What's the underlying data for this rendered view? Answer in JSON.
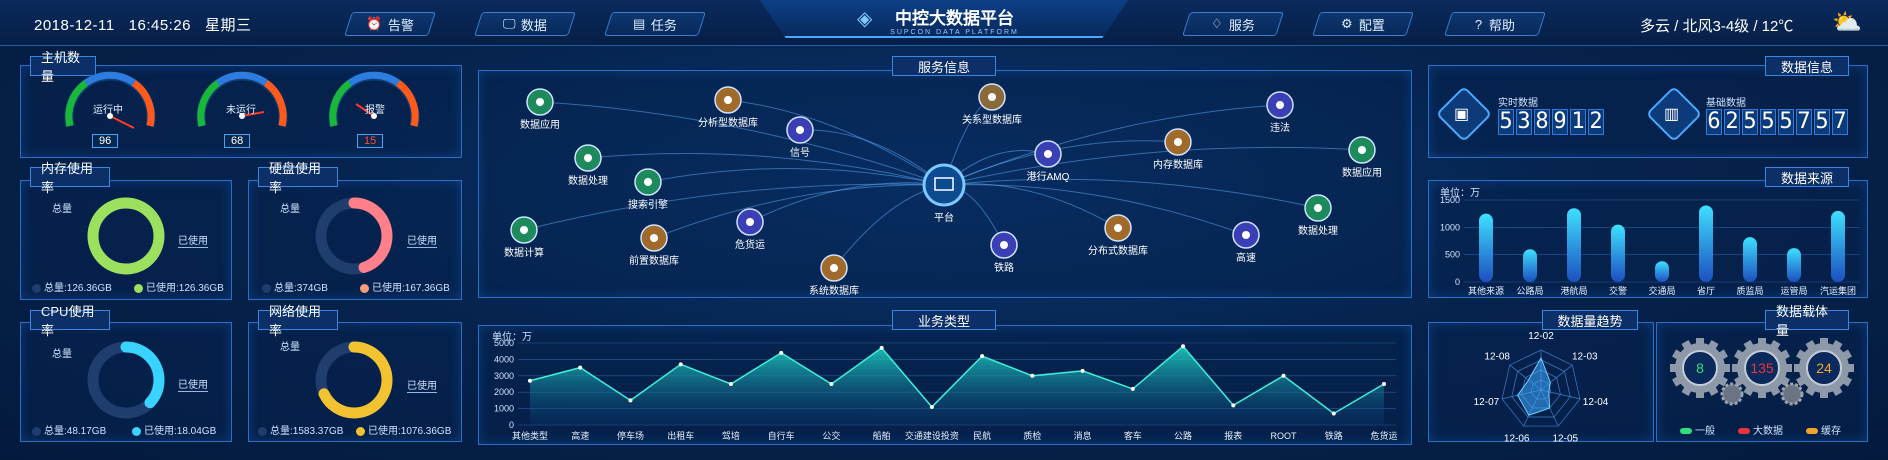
{
  "header": {
    "date": "2018-12-11",
    "time": "16:45:26",
    "weekday": "星期三",
    "title": "中控大数据平台",
    "subtitle": "SUPCON DATA PLATFORM",
    "weather": "多云 / 北风3-4级 / 12℃",
    "left_buttons": [
      {
        "label": "告警",
        "icon": "alarm-icon"
      },
      {
        "label": "数据",
        "icon": "monitor-icon"
      },
      {
        "label": "任务",
        "icon": "clipboard-icon"
      }
    ],
    "right_buttons": [
      {
        "label": "服务",
        "icon": "handshake-icon"
      },
      {
        "label": "配置",
        "icon": "gear-icon"
      },
      {
        "label": "帮助",
        "icon": "help-icon"
      }
    ]
  },
  "hosts": {
    "title": "主机数量",
    "gauges": [
      {
        "label": "运行中",
        "value": "96"
      },
      {
        "label": "未运行",
        "value": "68"
      },
      {
        "label": "报警",
        "value": "15"
      }
    ]
  },
  "memory": {
    "title": "内存使用率",
    "total_label": "总量",
    "used_label": "已使用",
    "total": "总量:126.36GB",
    "used": "已使用:126.36GB",
    "percent": 1.0,
    "color": "#9be15d"
  },
  "disk": {
    "title": "硬盘使用率",
    "total_label": "总量",
    "used_label": "已使用",
    "total": "总量:374GB",
    "used": "已使用:167.36GB",
    "percent": 0.45,
    "color": "#ff7f8a"
  },
  "cpu": {
    "title": "CPU使用率",
    "total_label": "总量",
    "used_label": "已使用",
    "total": "总量:48.17GB",
    "used": "已使用:18.04GB",
    "percent": 0.37,
    "color": "#38d4ff"
  },
  "network": {
    "title": "网络使用率",
    "total_label": "总量",
    "used_label": "已使用",
    "total": "总量:1583.37GB",
    "used": "已使用:1076.36GB",
    "percent": 0.68,
    "color": "#f2c230"
  },
  "service": {
    "title": "服务信息",
    "center": "平台",
    "nodes": [
      "数据应用",
      "分析型数据库",
      "信号",
      "关系型数据库",
      "违法",
      "数据处理",
      "搜索引擎",
      "港行AMQ",
      "内存数据库",
      "数据应用",
      "数据计算",
      "前置数据库",
      "危货运",
      "数据处理",
      "系统数据库",
      "铁路",
      "分布式数据库",
      "高速"
    ]
  },
  "business": {
    "title": "业务类型",
    "unit": "单位：万"
  },
  "data_info": {
    "title": "数据信息",
    "realtime_label": "实时数据",
    "realtime_digits": [
      "5",
      "3",
      "8",
      "9",
      "1",
      "2"
    ],
    "base_label": "基础数据",
    "base_digits": [
      "6",
      "2",
      "5",
      "5",
      "5",
      "7",
      "5",
      "7"
    ]
  },
  "source": {
    "title": "数据来源",
    "unit": "单位：万"
  },
  "trend": {
    "title": "数据量趋势",
    "axes": [
      "12-02",
      "12-03",
      "12-04",
      "12-05",
      "12-06",
      "12-07",
      "12-08"
    ]
  },
  "load": {
    "title": "数据载体量",
    "values": [
      "8",
      "135",
      "24"
    ],
    "legend": [
      {
        "label": "一般",
        "color": "#2ee07a"
      },
      {
        "label": "大数据",
        "color": "#e8343e"
      },
      {
        "label": "缓存",
        "color": "#f2a52a"
      }
    ]
  },
  "chart_data": [
    {
      "type": "area",
      "title": "业务类型",
      "ylabel": "单位：万",
      "ylim": [
        0,
        5000
      ],
      "yticks": [
        "5000",
        "4000",
        "3000",
        "2000",
        "1000",
        "0"
      ],
      "categories": [
        "其他类型",
        "高速",
        "停车场",
        "出租车",
        "驾培",
        "自行车",
        "公交",
        "船舶",
        "交通建设投资",
        "民航",
        "质检",
        "消息",
        "客车",
        "公路",
        "报表",
        "ROOT",
        "铁路",
        "危货运"
      ],
      "values": [
        2700,
        3500,
        1500,
        3700,
        2500,
        4400,
        2500,
        4700,
        1100,
        4200,
        3000,
        3300,
        2200,
        4800,
        1200,
        3000,
        700,
        2500
      ]
    },
    {
      "type": "bar",
      "title": "数据来源",
      "ylabel": "单位：万",
      "ylim": [
        0,
        1500
      ],
      "yticks": [
        "1500",
        "1000",
        "500",
        "0"
      ],
      "categories": [
        "其他来源",
        "公路局",
        "港航局",
        "交警",
        "交通局",
        "省厅",
        "质监局",
        "运管局",
        "汽运集团"
      ],
      "values": [
        1250,
        600,
        1350,
        1050,
        380,
        1400,
        820,
        620,
        1300
      ]
    },
    {
      "type": "radar",
      "title": "数据量趋势",
      "axes": [
        "12-02",
        "12-03",
        "12-04",
        "12-05",
        "12-06",
        "12-07",
        "12-08"
      ],
      "values": [
        0.8,
        0.3,
        0.2,
        0.5,
        0.7,
        0.6,
        0.4
      ]
    }
  ]
}
